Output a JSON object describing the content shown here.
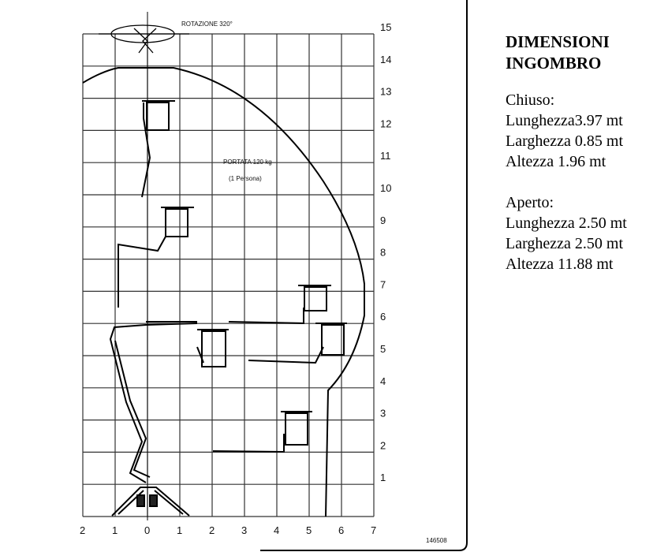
{
  "diagram": {
    "rotation_label": "ROTAZIONE 320°",
    "capacity_label": "PORTATA 120 kg",
    "persons_label": "(1 Persona)",
    "drawing_code": "146508",
    "x_ticks": [
      "2",
      "1",
      "0",
      "1",
      "2",
      "3",
      "4",
      "5",
      "6",
      "7"
    ],
    "y_ticks": [
      "1",
      "2",
      "3",
      "4",
      "5",
      "6",
      "7",
      "8",
      "9",
      "10",
      "11",
      "12",
      "13",
      "14",
      "15"
    ]
  },
  "info": {
    "title_line1": "DIMENSIONI",
    "title_line2": "INGOMBRO",
    "closed": {
      "heading": "Chiuso:",
      "length": "Lunghezza3.97 mt",
      "width": "Larghezza 0.85 mt",
      "height": "Altezza 1.96 mt"
    },
    "open": {
      "heading": "Aperto:",
      "length": "Lunghezza 2.50 mt",
      "width": "Larghezza 2.50 mt",
      "height": "Altezza 11.88 mt"
    }
  }
}
